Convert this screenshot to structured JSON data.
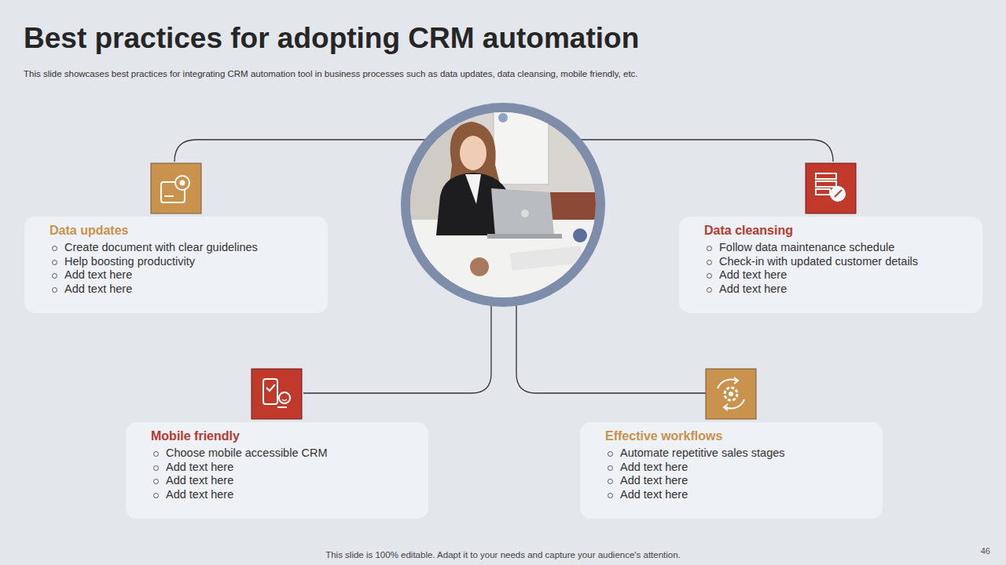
{
  "diagram": {
    "title": "Best practices for adopting CRM automation",
    "caption": "This slide showcases best practices for integrating CRM automation tool in business processes such as data updates, data cleansing, mobile friendly, etc.",
    "nodes": [
      {
        "text": [
          "Data updates",
          "Create document with clear guidelines",
          "Help boosting productivity",
          "Add text here",
          "Add text here"
        ]
      },
      {
        "text": [
          "Data cleansing",
          "Follow data maintenance schedule",
          "Check-in with updated customer details",
          "Add text here",
          "Add text here"
        ]
      },
      {
        "text": [
          "Mobile friendly",
          "Choose mobile accessible CRM",
          "Add text here",
          "Add text here",
          "Add text here"
        ]
      },
      {
        "text": [
          "Effective workflows",
          "Automate repetitive sales stages",
          "Add text here",
          "Add text here",
          "Add text here"
        ]
      }
    ],
    "labels": [
      "This slide is 100% editable. Adapt it to your needs and capture your audience's attention.",
      "46"
    ]
  }
}
